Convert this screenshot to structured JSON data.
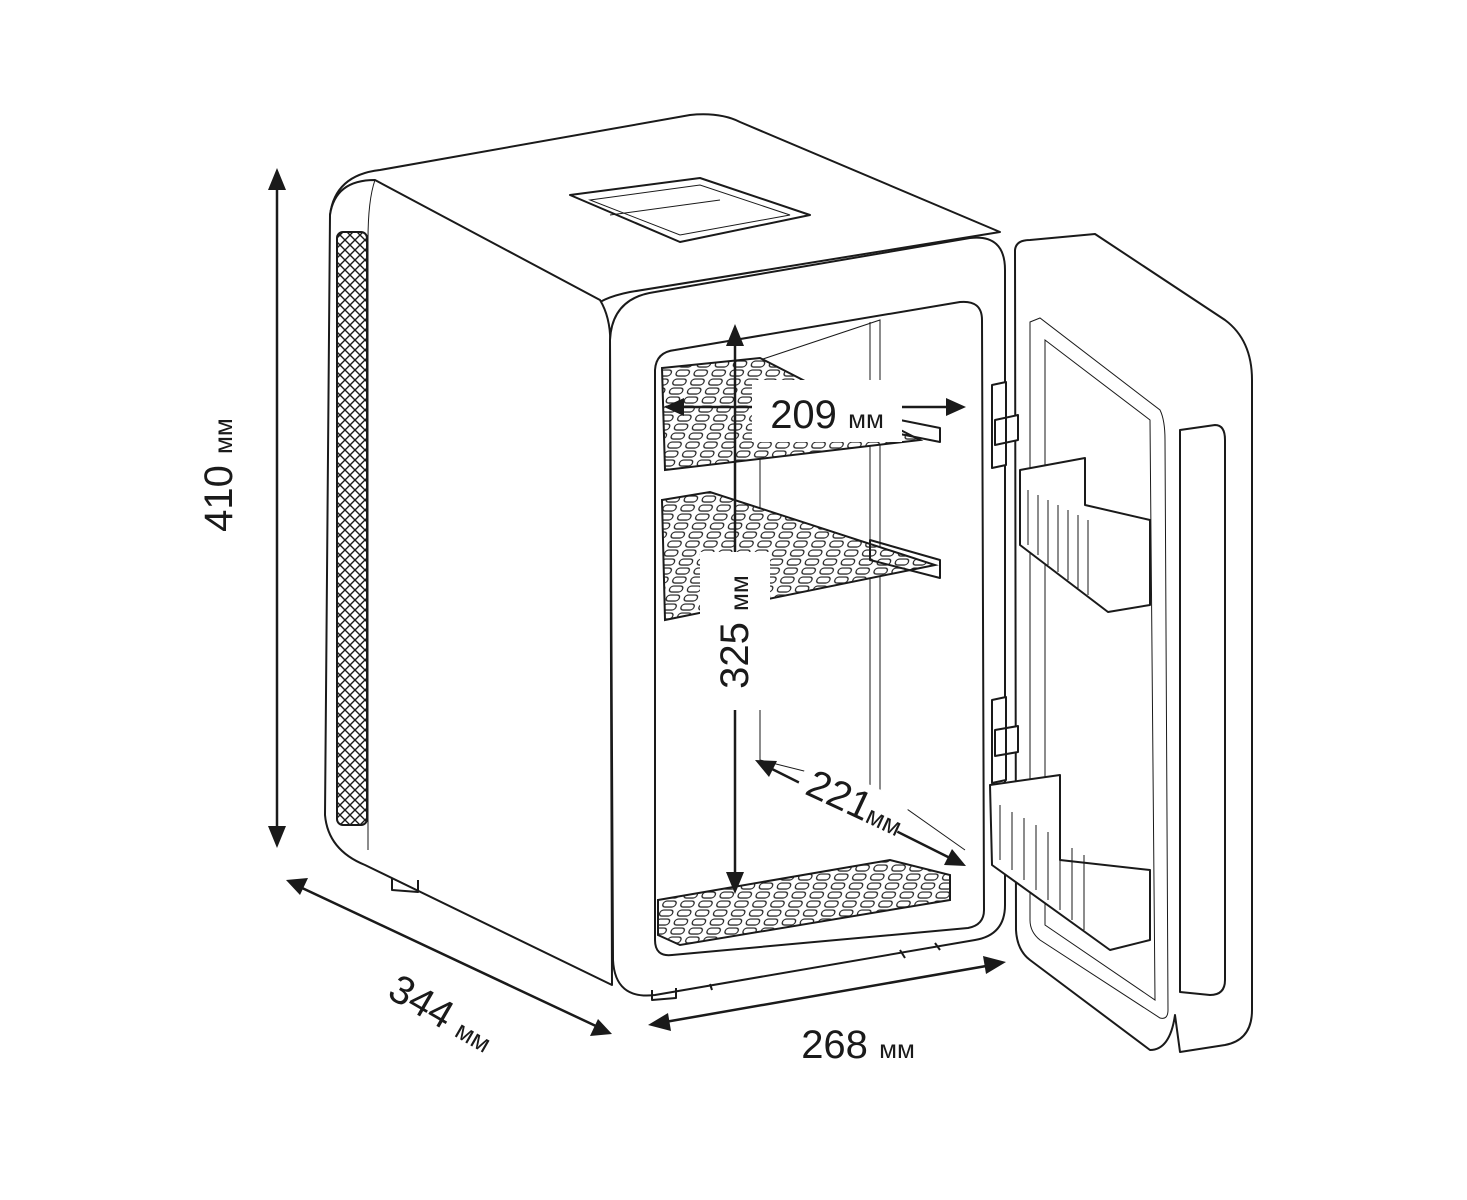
{
  "title": "Mini fridge dimensions drawing",
  "dimensions": {
    "height": {
      "value": "410",
      "unit": "мм"
    },
    "depth": {
      "value": "344",
      "unit": "мм"
    },
    "width": {
      "value": "268",
      "unit": "мм"
    },
    "inner_width": {
      "value": "209",
      "unit": "мм"
    },
    "inner_height": {
      "value": "325",
      "unit": "мм"
    },
    "inner_depth": {
      "value": "221",
      "unit": "мм"
    }
  },
  "colors": {
    "line": "#1a1a1a",
    "background": "#ffffff"
  }
}
